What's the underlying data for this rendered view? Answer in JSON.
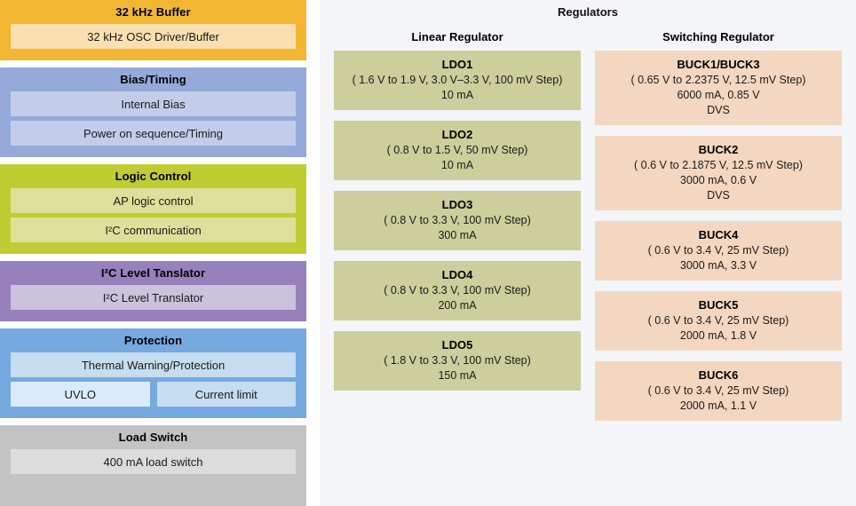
{
  "left_column": {
    "blocks": [
      {
        "id": "osc-buffer",
        "title": "32 kHz Buffer",
        "color": "#f2b632",
        "sub_color": "#fae0b0",
        "items": [
          {
            "label": "32 kHz OSC Driver/Buffer"
          }
        ]
      },
      {
        "id": "bias-timing",
        "title": "Bias/Timing",
        "color": "#95a9da",
        "sub_color": "#c3cdea",
        "items": [
          {
            "label": "Internal Bias"
          },
          {
            "label": "Power on sequence/Timing"
          }
        ]
      },
      {
        "id": "logic-control",
        "title": "Logic Control",
        "color": "#bfcd33",
        "sub_color": "#dde09a",
        "items": [
          {
            "label": "AP logic control"
          },
          {
            "label": "I²C communication"
          }
        ]
      },
      {
        "id": "i2c-level-translator",
        "title": "I²C Level Tanslator",
        "color": "#9780bb",
        "sub_color": "#cbc2dd",
        "items": [
          {
            "label": "I²C Level Translator"
          }
        ]
      },
      {
        "id": "protection",
        "title": "Protection",
        "color": "#75a9e0",
        "sub_color": "#c6dcef",
        "items": [
          {
            "label": "Thermal Warning/Protection"
          },
          {
            "label": "UVLO"
          },
          {
            "label": "Current limit"
          }
        ]
      },
      {
        "id": "load-switch",
        "title": "Load Switch",
        "color": "#c3c3c3",
        "sub_color": "#dcdcdc",
        "items": [
          {
            "label": "400 mA load switch"
          }
        ]
      }
    ]
  },
  "regulators": {
    "title": "Regulators",
    "linear_heading": "Linear Regulator",
    "switching_heading": "Switching Regulator",
    "linear_color": "#ccce9c",
    "switching_color": "#f4d7c0",
    "linear": [
      {
        "name": "LDO1",
        "range": "( 1.6 V to 1.9 V, 3.0 V–3.3 V, 100 mV Step)",
        "current": "10 mA",
        "extra": ""
      },
      {
        "name": "LDO2",
        "range": "( 0.8 V to 1.5 V, 50 mV Step)",
        "current": "10 mA",
        "extra": ""
      },
      {
        "name": "LDO3",
        "range": "( 0.8 V to 3.3 V, 100 mV Step)",
        "current": "300 mA",
        "extra": ""
      },
      {
        "name": "LDO4",
        "range": "( 0.8 V to 3.3 V, 100 mV Step)",
        "current": "200 mA",
        "extra": ""
      },
      {
        "name": "LDO5",
        "range": "( 1.8 V to 3.3 V, 100 mV Step)",
        "current": "150 mA",
        "extra": ""
      }
    ],
    "switching": [
      {
        "name": "BUCK1/BUCK3",
        "range": "( 0.65 V to 2.2375 V, 12.5 mV Step)",
        "current": "6000 mA, 0.85 V",
        "extra": "DVS"
      },
      {
        "name": "BUCK2",
        "range": "( 0.6 V to 2.1875 V, 12.5 mV Step)",
        "current": "3000 mA, 0.6 V",
        "extra": "DVS"
      },
      {
        "name": "BUCK4",
        "range": "( 0.6 V to 3.4 V, 25 mV Step)",
        "current": "3000 mA, 3.3 V",
        "extra": ""
      },
      {
        "name": "BUCK5",
        "range": "( 0.6 V to 3.4 V, 25 mV Step)",
        "current": "2000 mA, 1.8 V",
        "extra": ""
      },
      {
        "name": "BUCK6",
        "range": "( 0.6 V to 3.4 V, 25 mV Step)",
        "current": "2000 mA, 1.1 V",
        "extra": ""
      }
    ]
  }
}
